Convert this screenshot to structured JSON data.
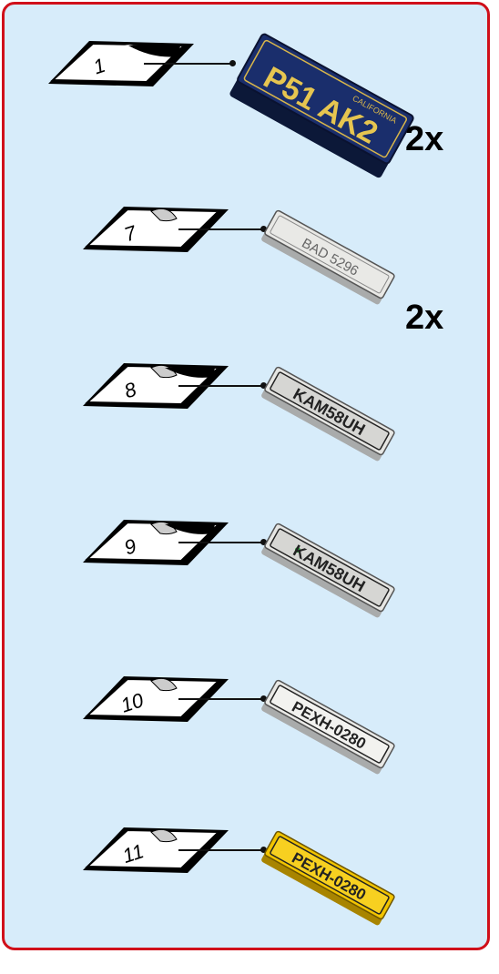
{
  "steps": [
    {
      "sticker_number": "1",
      "plate_text": "P51 AK2",
      "plate_top_text": "CALIFORNIA",
      "plate_style": "dark-blue",
      "quantity": "2x"
    },
    {
      "sticker_number": "7",
      "plate_text": "BAD 5296",
      "plate_style": "light-grey",
      "quantity": "2x"
    },
    {
      "sticker_number": "8",
      "plate_text": "KAM58UH",
      "plate_style": "grey"
    },
    {
      "sticker_number": "9",
      "plate_text": "KAM58UH",
      "plate_style": "grey-green-dot"
    },
    {
      "sticker_number": "10",
      "plate_text": "PEXH-0280",
      "plate_style": "light-grey"
    },
    {
      "sticker_number": "11",
      "plate_text": "PEXH-0280",
      "plate_style": "yellow"
    }
  ],
  "colors": {
    "panel_background": "#d7ecfa",
    "panel_border": "#d0101a"
  }
}
